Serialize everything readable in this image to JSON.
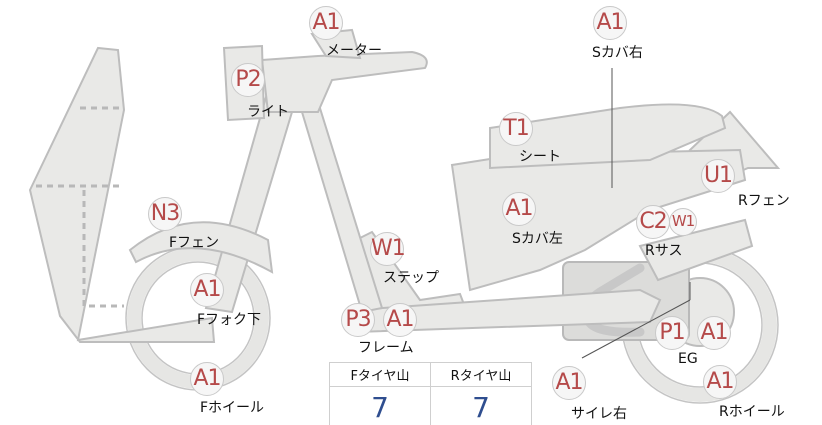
{
  "parts": [
    {
      "id": "meter",
      "code": "A1",
      "label": "メーター"
    },
    {
      "id": "light",
      "code": "P2",
      "label": "ライト"
    },
    {
      "id": "s-cover-right",
      "code": "A1",
      "label": "Sカバ右"
    },
    {
      "id": "seat",
      "code": "T1",
      "label": "シート"
    },
    {
      "id": "r-fender",
      "code": "U1",
      "label": "Rフェン"
    },
    {
      "id": "f-fender",
      "code": "N3",
      "label": "Fフェン"
    },
    {
      "id": "s-cover-left",
      "code": "A1",
      "label": "Sカバ左"
    },
    {
      "id": "r-suspension",
      "code": "C2",
      "code2": "W1",
      "label": "Rサス"
    },
    {
      "id": "step",
      "code": "W1",
      "label": "ステップ"
    },
    {
      "id": "f-fork-lower",
      "code": "A1",
      "label": "Fフォク下"
    },
    {
      "id": "frame",
      "code": "P3",
      "code2": "A1",
      "label": "フレーム"
    },
    {
      "id": "engine",
      "code": "P1",
      "code2": "A1",
      "label": "EG"
    },
    {
      "id": "muffler-right",
      "code": "A1",
      "label": "サイレ右"
    },
    {
      "id": "f-wheel",
      "code": "A1",
      "label": "Fホイール"
    },
    {
      "id": "r-wheel",
      "code": "A1",
      "label": "Rホイール"
    }
  ],
  "tread": {
    "front_header": "Fタイヤ山",
    "rear_header": "Rタイヤ山",
    "front_value": "7",
    "rear_value": "7"
  },
  "colors": {
    "code_text": "#b54a4a",
    "tread_value": "#2f4e8f"
  }
}
